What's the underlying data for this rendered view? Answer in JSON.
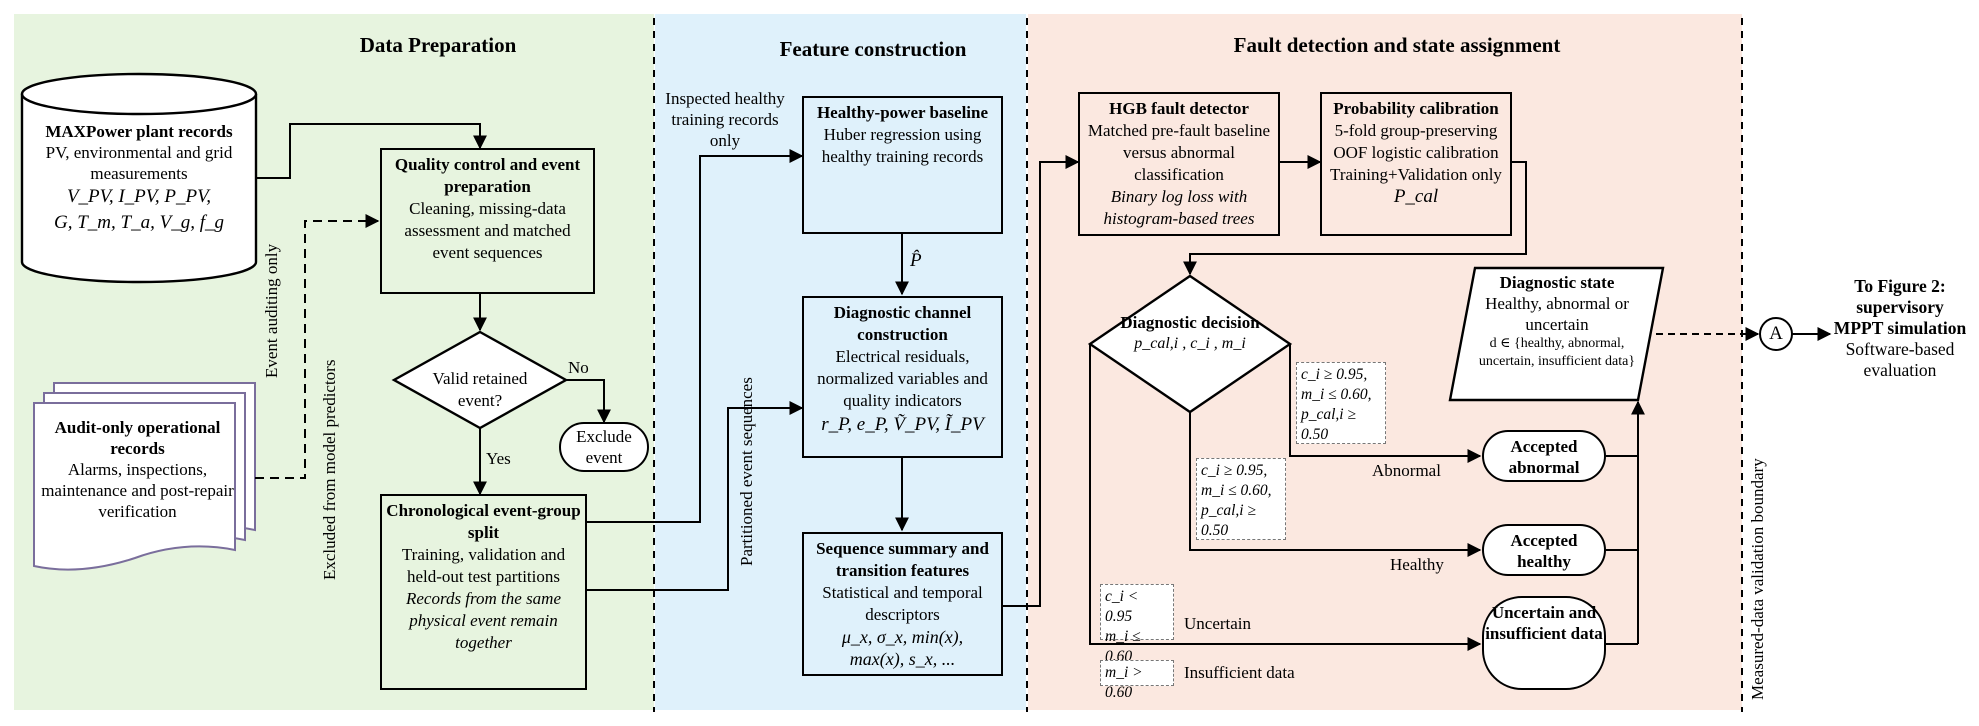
{
  "panels": {
    "data_preparation": "Data Preparation",
    "feature_construction": "Feature construction",
    "fault_detection": "Fault detection and state assignment"
  },
  "colors": {
    "green_bg": "#e7f4df",
    "blue_bg": "#dff1fb",
    "pink_bg": "#fbe8e0",
    "audit_stroke": "#7a6e9c"
  },
  "maxpower": {
    "title": "MAXPower plant records",
    "desc": "PV, environmental and grid measurements",
    "vars_line1": "V_PV, I_PV, P_PV,",
    "vars_line2": "G, T_m, T_a, V_g, f_g"
  },
  "audit": {
    "title": "Audit-only operational records",
    "desc": "Alarms, inspections, maintenance and post-repair verification"
  },
  "quality": {
    "title": "Quality control and event preparation",
    "desc": "Cleaning, missing-data assessment and matched event sequences"
  },
  "valid": {
    "question": "Valid retained event?",
    "no": "No",
    "yes": "Yes"
  },
  "exclude": "Exclude event",
  "split": {
    "title": "Chronological event-group split",
    "desc": "Training, validation and held-out test partitions",
    "note": "Records from the same physical event remain together"
  },
  "side_labels": {
    "event_auditing": "Event auditing only",
    "excluded": "Excluded from model predictors",
    "partitioned": "Partitioned event sequences",
    "boundary": "Measured-data validation boundary"
  },
  "inspected": "Inspected healthy training records only",
  "baseline": {
    "title": "Healthy-power baseline",
    "desc": "Huber regression using healthy training records",
    "phat": "P̂"
  },
  "channel": {
    "title": "Diagnostic channel construction",
    "desc": "Electrical residuals, normalized variables and quality indicators",
    "vars": "r_P, e_P, Ṽ_PV, Ĩ_PV"
  },
  "sequence": {
    "title": "Sequence summary and transition features",
    "desc": "Statistical and temporal descriptors",
    "vars1": "μ_x, σ_x, min(x),",
    "vars2": "max(x), s_x, ..."
  },
  "hgb": {
    "title": "HGB fault detector",
    "desc": "Matched pre-fault baseline versus abnormal classification",
    "note": "Binary log loss with histogram-based trees"
  },
  "calib": {
    "title": "Probability calibration",
    "desc": "5-fold group-preserving OOF logistic calibration Training+Validation only",
    "pcal": "P_cal"
  },
  "decision": {
    "title": "Diagnostic decision",
    "vars": "p_cal,i , c_i , m_i"
  },
  "state": {
    "title": "Diagnostic state",
    "desc": "Healthy, abnormal or uncertain",
    "set": "d ∈ {healthy, abnormal, uncertain, insufficient data}"
  },
  "outcomes": {
    "abnormal_box": "Accepted abnormal",
    "healthy_box": "Accepted healthy",
    "uncertain_box": "Uncertain and insufficient data",
    "abnormal_label": "Abnormal",
    "healthy_label": "Healthy",
    "uncertain_label": "Uncertain",
    "insufficient_label": "Insufficient data"
  },
  "conditions": {
    "abnormal": [
      "c_i ≥ 0.95,",
      "m_i ≤ 0.60,",
      "p_cal,i ≥ 0.50"
    ],
    "healthy": [
      "c_i ≥ 0.95,",
      "m_i ≤ 0.60,",
      "p_cal,i ≥ 0.50"
    ],
    "uncertain": [
      "c_i < 0.95",
      "m_i ≤ 0.60"
    ],
    "insufficient": [
      "m_i > 0.60"
    ]
  },
  "connector": "A",
  "figure2": {
    "title": "To Figure 2: supervisory MPPT simulation",
    "desc": "Software-based evaluation"
  }
}
